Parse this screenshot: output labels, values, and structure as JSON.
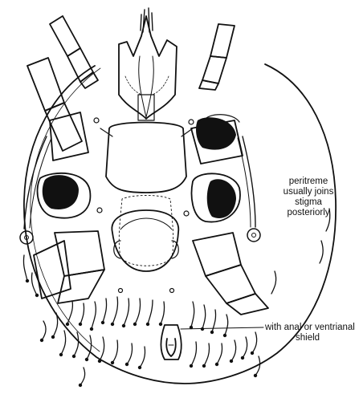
{
  "labels": {
    "peritreme": {
      "line1": "peritreme",
      "line2": "usually joins",
      "line3": "stigma",
      "line4": "posteriorly"
    },
    "anal": {
      "line1": "with anal or ventrianal",
      "line2": "shield"
    }
  },
  "colors": {
    "ink": "#111111",
    "paper": "#ffffff"
  }
}
